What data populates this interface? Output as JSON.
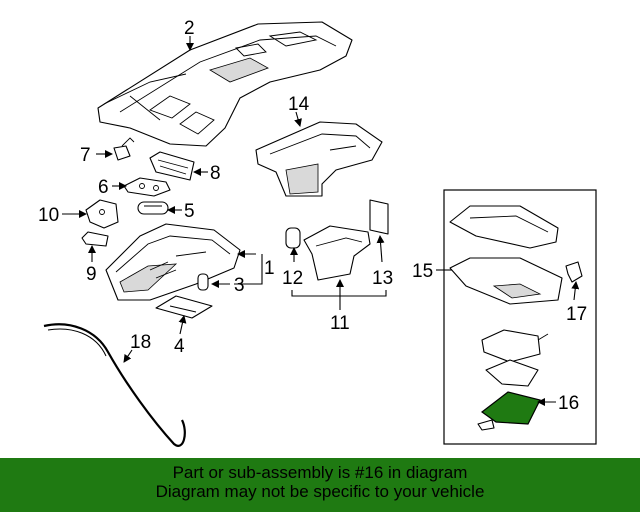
{
  "callouts": {
    "c1": "1",
    "c2": "2",
    "c3": "3",
    "c4": "4",
    "c5": "5",
    "c6": "6",
    "c7": "7",
    "c8": "8",
    "c9": "9",
    "c10": "10",
    "c11": "11",
    "c12": "12",
    "c13": "13",
    "c14": "14",
    "c15": "15",
    "c16": "16",
    "c17": "17",
    "c18": "18"
  },
  "highlight": {
    "part": "16",
    "color": "#1f7a12"
  },
  "footer": {
    "line1": "Part or sub-assembly is #16 in diagram",
    "line2": "Diagram may not be specific to your vehicle",
    "background": "#1f7a12"
  }
}
